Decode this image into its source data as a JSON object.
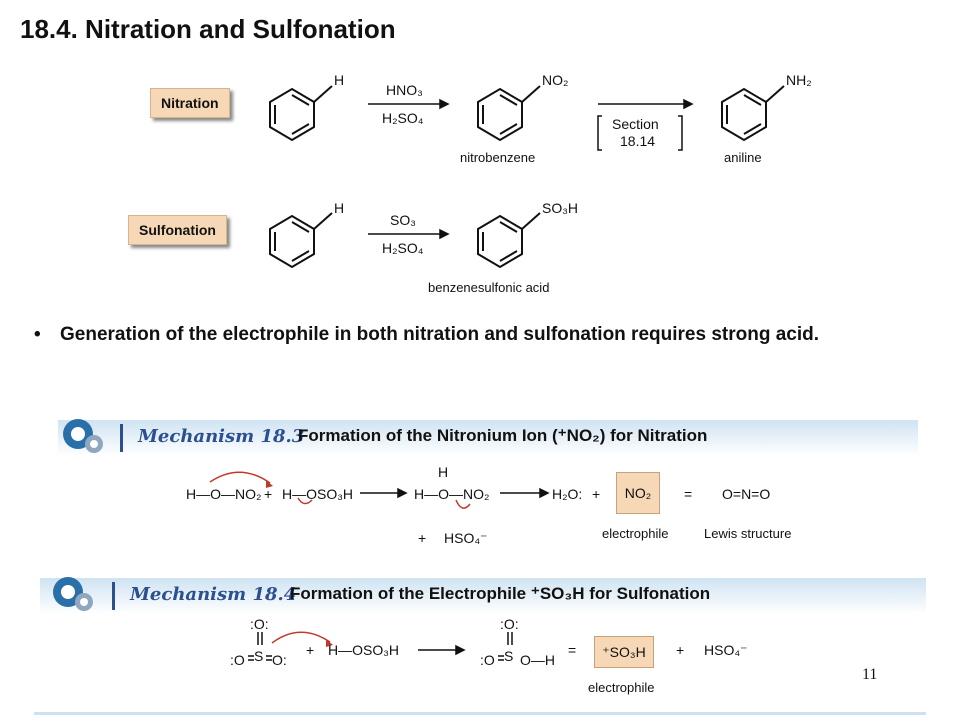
{
  "title": "18.4. Nitration and Sulfonation",
  "nitration": {
    "label": "Nitration",
    "reactant_sub": "H",
    "reagent_top": "HNO₃",
    "reagent_bottom": "H₂SO₄",
    "product1_sub": "NO₂",
    "product1_name": "nitrobenzene",
    "arrow2_top": "Section",
    "arrow2_bottom": "18.14",
    "product2_sub": "NH₂",
    "product2_name": "aniline"
  },
  "sulfonation": {
    "label": "Sulfonation",
    "reactant_sub": "H",
    "reagent_top": "SO₃",
    "reagent_bottom": "H₂SO₄",
    "product_sub": "SO₃H",
    "product_name": "benzenesulfonic acid"
  },
  "bullet": {
    "symbol": "•",
    "text": "Generation of the electrophile in both nitration and sulfonation requires strong acid."
  },
  "mech1": {
    "number": "Mechanism 18.3",
    "title": "Formation of the Nitronium Ion (⁺NO₂) for Nitration",
    "s1": "H—O—NO₂",
    "s2": "+",
    "s3": "H—OSO₃H",
    "s4": "H",
    "s5": "H—O—NO₂",
    "s6": "H₂O:",
    "s7": "+",
    "s8": "NO₂",
    "s9": "=",
    "s10": "O=N=O",
    "s11": "+",
    "s12": "HSO₄⁻",
    "electrophile": "electrophile",
    "lewis": "Lewis structure"
  },
  "mech2": {
    "number": "Mechanism 18.4",
    "title": "Formation of the Electrophile ⁺SO₃H for Sulfonation",
    "o_top": ":O:",
    "s_mid": "S",
    "o_left": ":O",
    "o_right": "O:",
    "plus1": "+",
    "h_oso3h": "H—OSO₃H",
    "o_top2": ":O:",
    "s_mid2": "S",
    "o_left2": ":O",
    "o_right2": "O—H",
    "eq": "=",
    "so3h": "⁺SO₃H",
    "plus2": "+",
    "hso4": "HSO₄⁻",
    "electrophile": "electrophile"
  },
  "page_number": "11"
}
